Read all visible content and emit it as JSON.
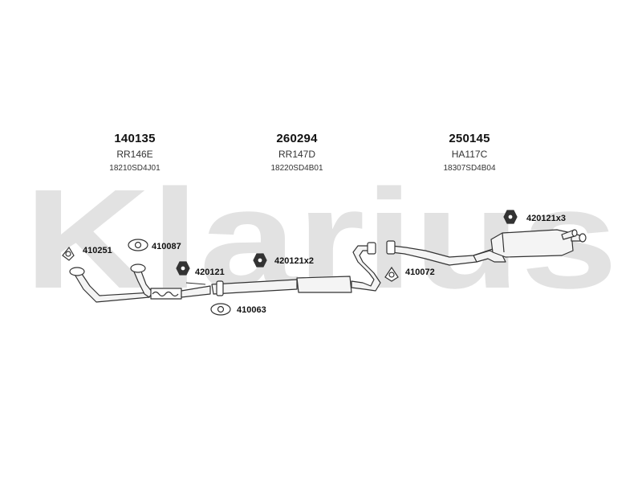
{
  "watermark": {
    "text": "Klarius"
  },
  "components": [
    {
      "number": "140135",
      "ref": "RR146E",
      "oem": "18210SD4J01"
    },
    {
      "number": "260294",
      "ref": "RR147D",
      "oem": "18220SD4B01"
    },
    {
      "number": "250145",
      "ref": "HA117C",
      "oem": "18307SD4B04"
    }
  ],
  "fittings": [
    {
      "code": "410251",
      "icon": "gasket-icon"
    },
    {
      "code": "410087",
      "icon": "gasket-icon"
    },
    {
      "code": "420121",
      "icon": "rubber-hanger-icon"
    },
    {
      "code": "420121x2",
      "icon": "rubber-hanger-icon"
    },
    {
      "code": "410063",
      "icon": "gasket-icon"
    },
    {
      "code": "410072",
      "icon": "gasket-icon"
    },
    {
      "code": "420121x3",
      "icon": "rubber-hanger-icon"
    }
  ],
  "colors": {
    "watermark": "#e2e2e2",
    "pipe_stroke": "#333333",
    "pipe_fill": "#f4f4f4"
  }
}
